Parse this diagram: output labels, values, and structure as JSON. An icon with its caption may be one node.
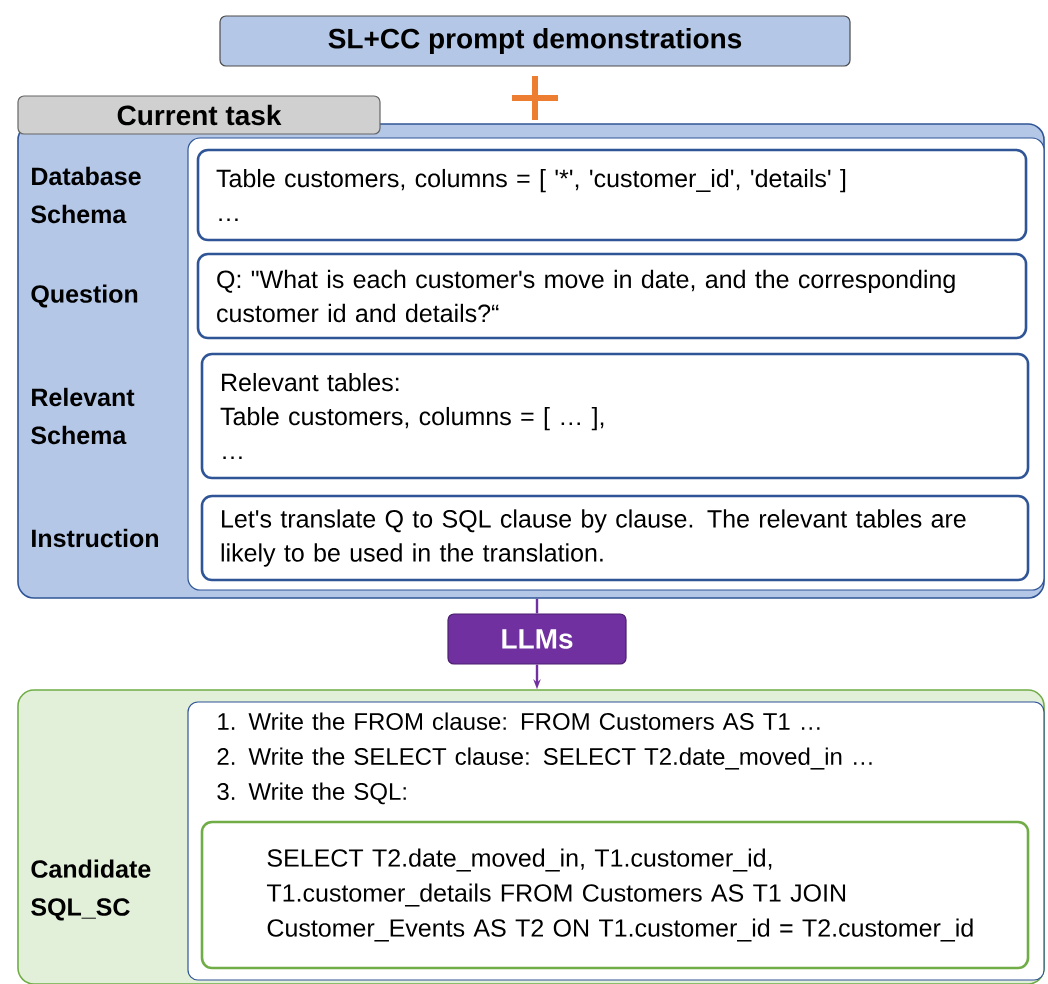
{
  "diagram": {
    "nodes": [
      {
        "text": [
          "SL+CC prompt demonstrations"
        ]
      },
      {
        "text": [
          "Current task"
        ]
      },
      {
        "text": [],
        "shape": "box",
        "in": 1
      },
      {
        "text": [
          "Table customers, columns = [ '*', 'customer_id', 'details' ]",
          "…"
        ],
        "in": 2,
        "beside": [
          "Database Schema"
        ]
      },
      {
        "text": [
          "Q: \"What is each customer's move in date, and the corresponding customer id and details?“"
        ],
        "in": 2,
        "beside": [
          "Question"
        ]
      },
      {
        "text": [
          "Relevant tables:",
          "Table customers, columns = [ … ],",
          "…"
        ],
        "in": 2,
        "beside": [
          "Relevant Schema"
        ]
      },
      {
        "text": [
          "Let's translate Q to SQL clause by clause. The relevant tables are likely to be used in the translation."
        ],
        "in": 2,
        "beside": [
          "Instruction"
        ]
      },
      {
        "text": [
          "LLMs"
        ]
      },
      {
        "text": [
          "Candidate SQL_SC"
        ]
      },
      {
        "text": [
          "1. Write the FROM clause: FROM Customers AS T1 …",
          "2. Write the SELECT clause: SELECT T2.date_moved_in …",
          "3. Write the SQL:"
        ],
        "in": 8
      },
      {
        "text": [
          "SELECT T2.date_moved_in, T1.customer_id, T1.customer_details FROM Customers AS T1 JOIN Customer_Events AS T2 ON T1.customer_id = T2.customer_id"
        ],
        "in": 9
      }
    ],
    "edges": [
      {
        "from": 1,
        "to": 7,
        "arrow": "none"
      },
      {
        "from": 7,
        "to": 8,
        "arrow": "to"
      }
    ]
  }
}
